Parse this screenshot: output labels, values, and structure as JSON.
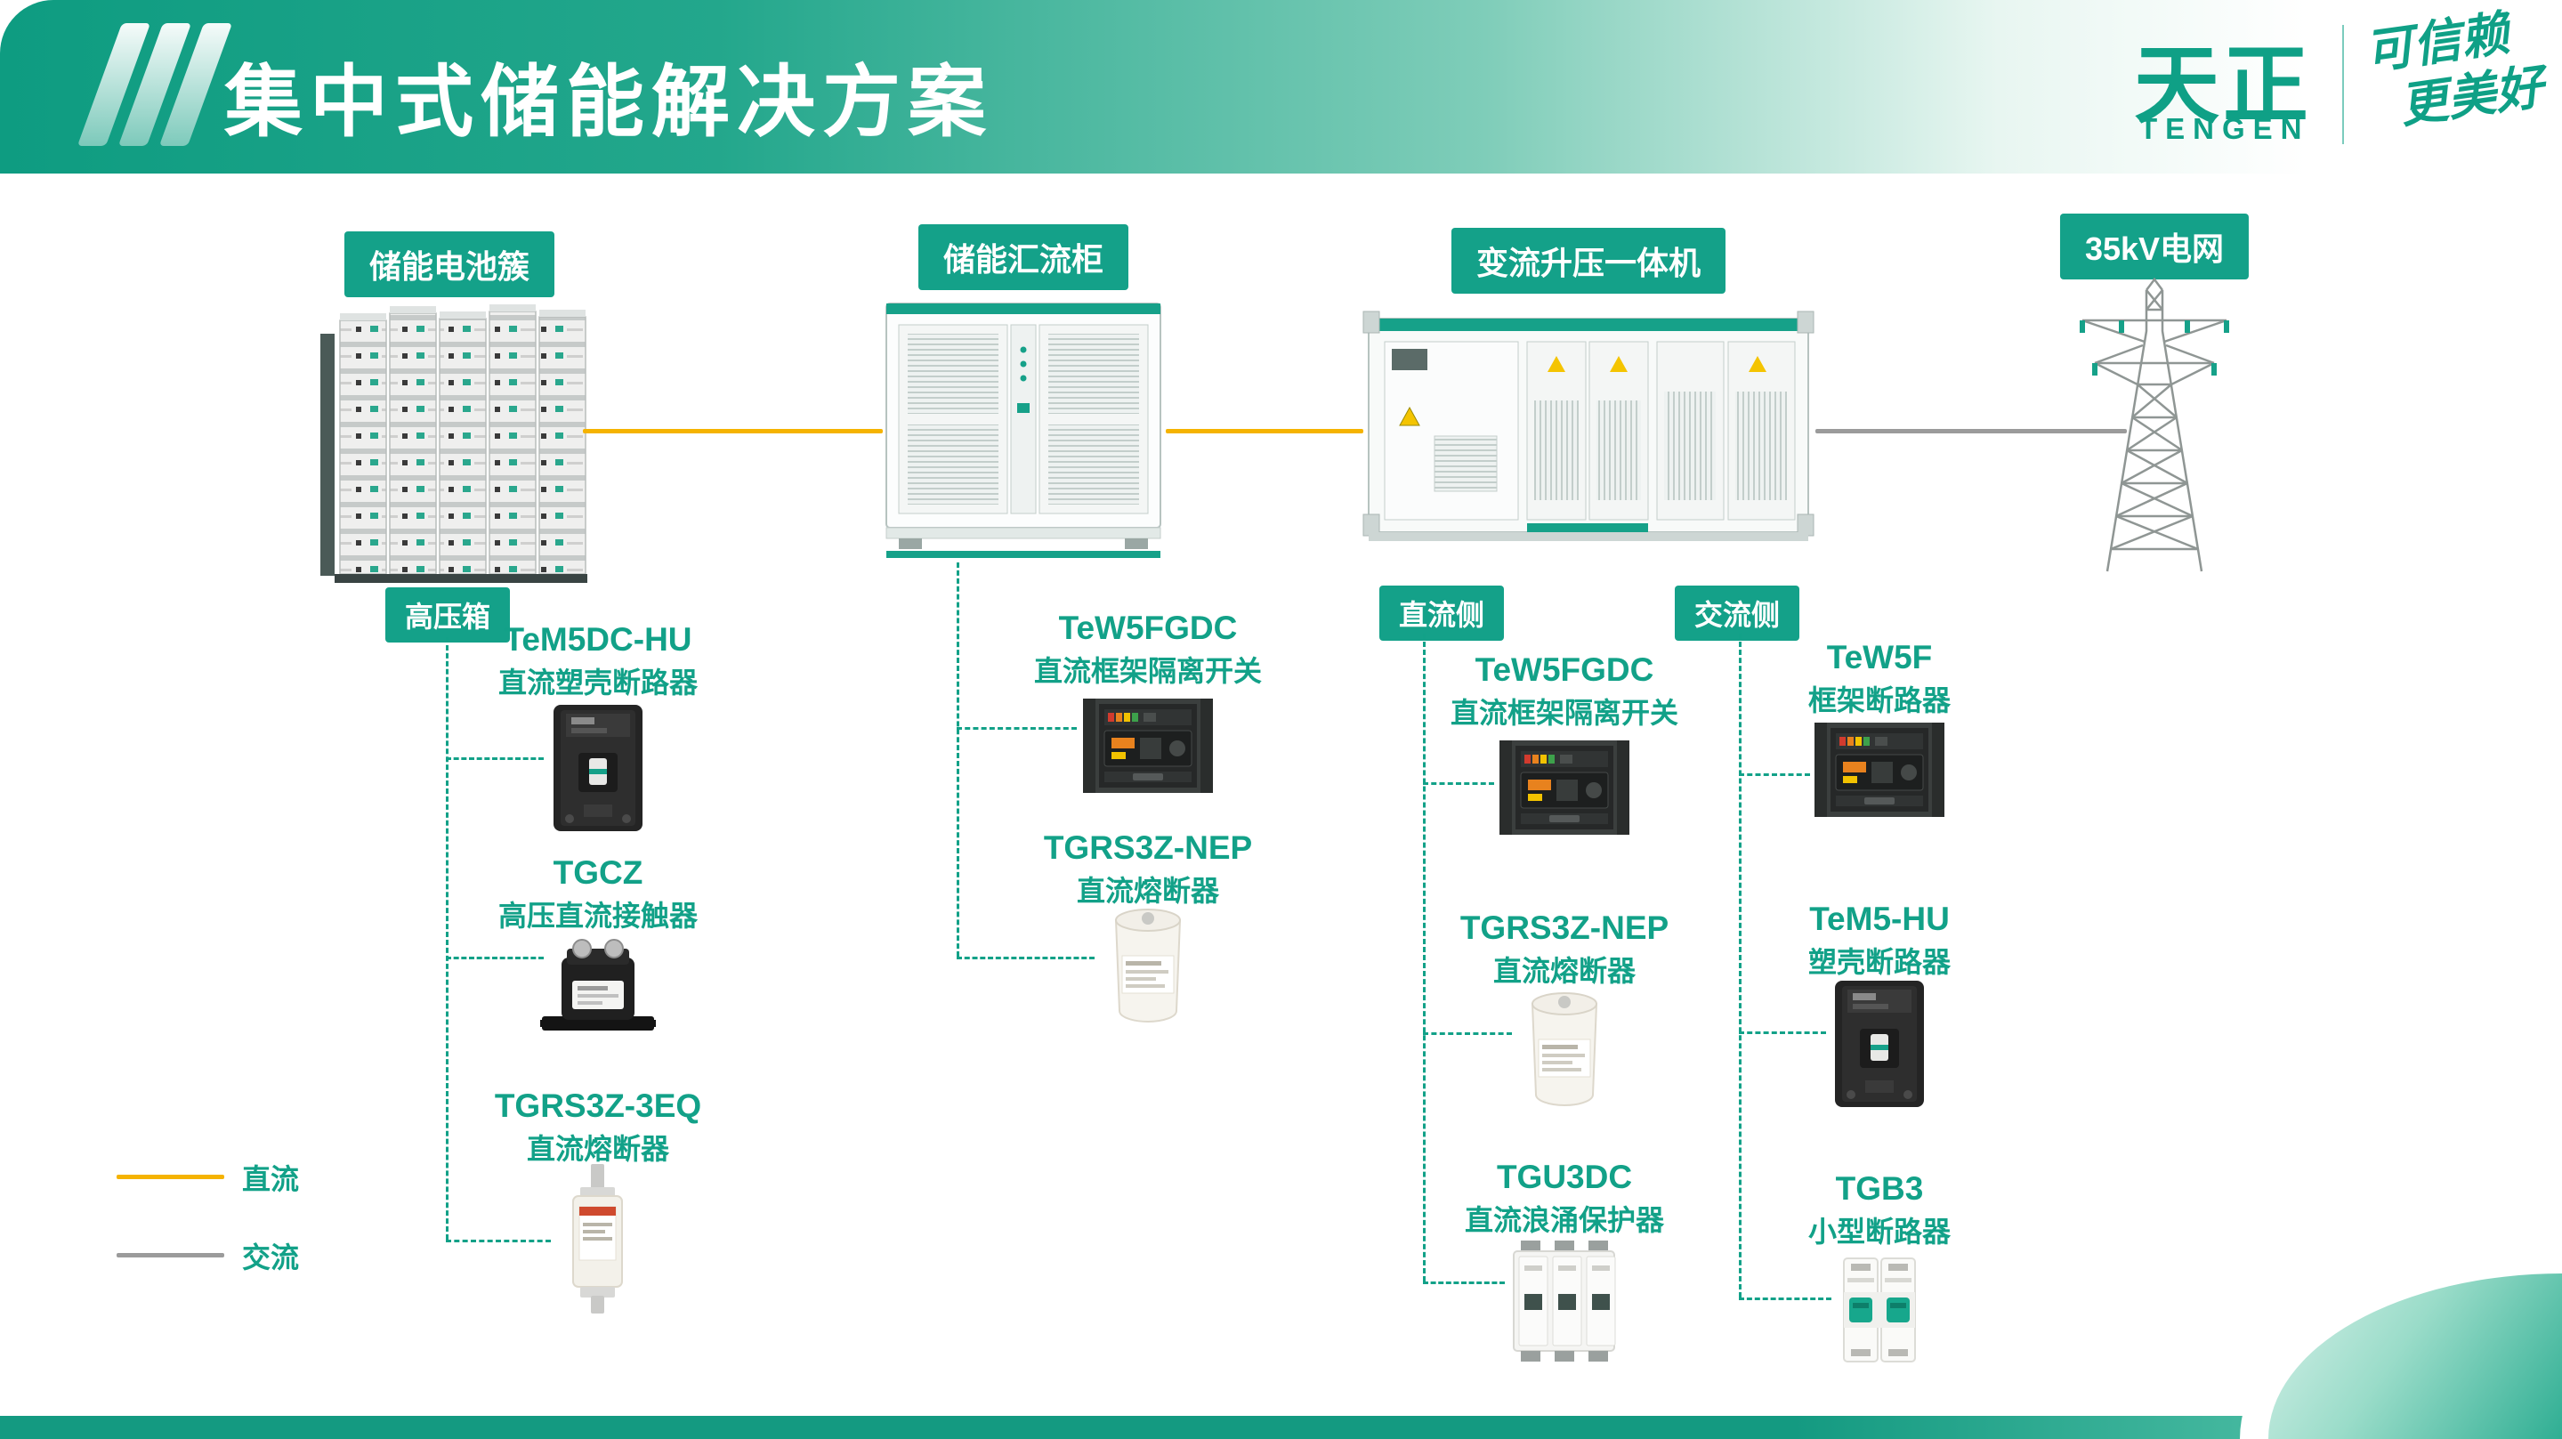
{
  "colors": {
    "accent": "#14a189",
    "dc_line": "#f5b301",
    "ac_line": "#9b9b9b"
  },
  "header": {
    "title": "集中式储能解决方案",
    "logo_cn": "天正",
    "logo_en": "TENGEN",
    "slogan_line1": "可信赖",
    "slogan_line2": "更美好"
  },
  "nodes": {
    "battery": "储能电池簇",
    "combiner": "储能汇流柜",
    "converter": "变流升压一体机",
    "grid": "35kV电网"
  },
  "tags": {
    "hv_box": "高压箱",
    "dc_side": "直流侧",
    "ac_side": "交流侧"
  },
  "branches": {
    "battery": [
      {
        "model": "TeM5DC-HU",
        "desc": "直流塑壳断路器"
      },
      {
        "model": "TGCZ",
        "desc": "高压直流接触器"
      },
      {
        "model": "TGRS3Z-3EQ",
        "desc": "直流熔断器"
      }
    ],
    "combiner": [
      {
        "model": "TeW5FGDC",
        "desc": "直流框架隔离开关"
      },
      {
        "model": "TGRS3Z-NEP",
        "desc": "直流熔断器"
      }
    ],
    "dc_side": [
      {
        "model": "TeW5FGDC",
        "desc": "直流框架隔离开关"
      },
      {
        "model": "TGRS3Z-NEP",
        "desc": "直流熔断器"
      },
      {
        "model": "TGU3DC",
        "desc": "直流浪涌保护器"
      }
    ],
    "ac_side": [
      {
        "model": "TeW5F",
        "desc": "框架断路器"
      },
      {
        "model": "TeM5-HU",
        "desc": "塑壳断路器"
      },
      {
        "model": "TGB3",
        "desc": "小型断路器"
      }
    ]
  },
  "legend": [
    {
      "label": "直流",
      "color": "#f5b301"
    },
    {
      "label": "交流",
      "color": "#9b9b9b"
    }
  ]
}
